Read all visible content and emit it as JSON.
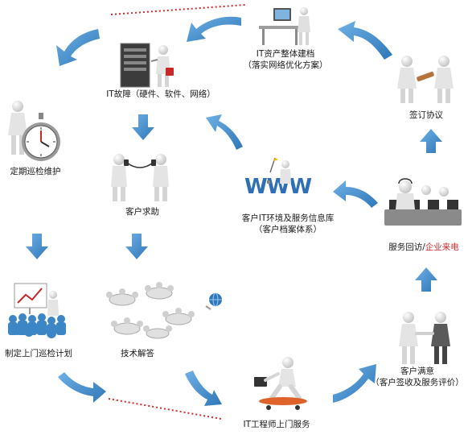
{
  "nodes": {
    "it_asset_doc": {
      "line1": "IT资产整体建档",
      "line2": "（落实网络优化方案）"
    },
    "it_fault": {
      "label": "IT故障（硬件、软件、网络）"
    },
    "sign_agreement": {
      "label": "签订协议"
    },
    "periodic_inspection": {
      "label": "定期巡检维护"
    },
    "customer_help": {
      "label": "客户求助"
    },
    "customer_info_db": {
      "line1": "客户IT环境及服务信息库",
      "line2": "（客户档案体系）"
    },
    "service_followup": {
      "part1": "服务回访/",
      "part2": "企业来电"
    },
    "onsite_plan": {
      "label": "制定上门巡检计划"
    },
    "tech_answer": {
      "label": "技术解答"
    },
    "customer_satisfied": {
      "line1": "客户满意",
      "line2": "（客户签收及服务评价）"
    },
    "engineer_onsite": {
      "label": "IT工程师上门服务"
    }
  },
  "icons": {
    "it_asset_doc": "office-desk-icon",
    "it_fault": "server-repair-icon",
    "sign_agreement": "handover-agreement-icon",
    "periodic_inspection": "stopwatch-icon",
    "customer_help": "phone-call-icon",
    "customer_info_db": "www-database-icon",
    "service_followup": "call-center-icon",
    "onsite_plan": "presentation-board-icon",
    "tech_answer": "meeting-tables-icon",
    "customer_satisfied": "handshake-icon",
    "engineer_onsite": "skateboard-runner-icon",
    "globe": "globe-icon"
  },
  "colors": {
    "arrow_blue": "#3d86c6",
    "dotted_red": "#d0282b",
    "figure_white": "#e9e9e9",
    "highlight_red": "#d0282b"
  }
}
